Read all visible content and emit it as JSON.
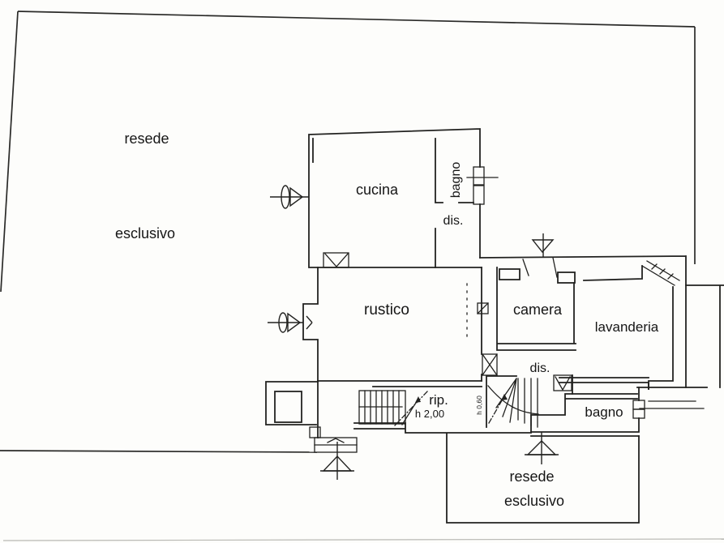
{
  "document": {
    "kind": "floor-plan",
    "language": "it"
  },
  "colors": {
    "paper": "#fdfdfb",
    "ink": "#222220",
    "text": "#161616"
  },
  "labels": {
    "resede_top": "resede",
    "esclusivo_top": "esclusivo",
    "cucina": "cucina",
    "bagno_top": "bagno",
    "dis_top": "dis.",
    "rustico": "rustico",
    "camera": "camera",
    "lavanderia": "lavanderia",
    "dis_bottom": "dis.",
    "rip": "rip.",
    "h_rip": "h 2,00",
    "h_stair": "h 0,60",
    "bagno_bottom": "bagno",
    "resede_bottom": "resede",
    "esclusivo_bottom": "esclusivo"
  },
  "rooms": [
    {
      "id": "cucina",
      "label": "cucina"
    },
    {
      "id": "bagno-top",
      "label": "bagno"
    },
    {
      "id": "dis-top",
      "label": "dis."
    },
    {
      "id": "rustico",
      "label": "rustico"
    },
    {
      "id": "camera",
      "label": "camera"
    },
    {
      "id": "lavanderia",
      "label": "lavanderia"
    },
    {
      "id": "dis-bottom",
      "label": "dis."
    },
    {
      "id": "rip",
      "label": "rip.",
      "height_note": "h 2,00"
    },
    {
      "id": "bagno-bottom",
      "label": "bagno"
    }
  ],
  "outdoor_areas": [
    {
      "id": "resede-esclusivo-top-left",
      "label": "resede esclusivo"
    },
    {
      "id": "resede-esclusivo-bottom",
      "label": "resede esclusivo"
    }
  ],
  "annotations": [
    {
      "id": "stair-height",
      "label": "h 0,60"
    },
    {
      "id": "rip-height",
      "label": "h 2,00"
    }
  ]
}
